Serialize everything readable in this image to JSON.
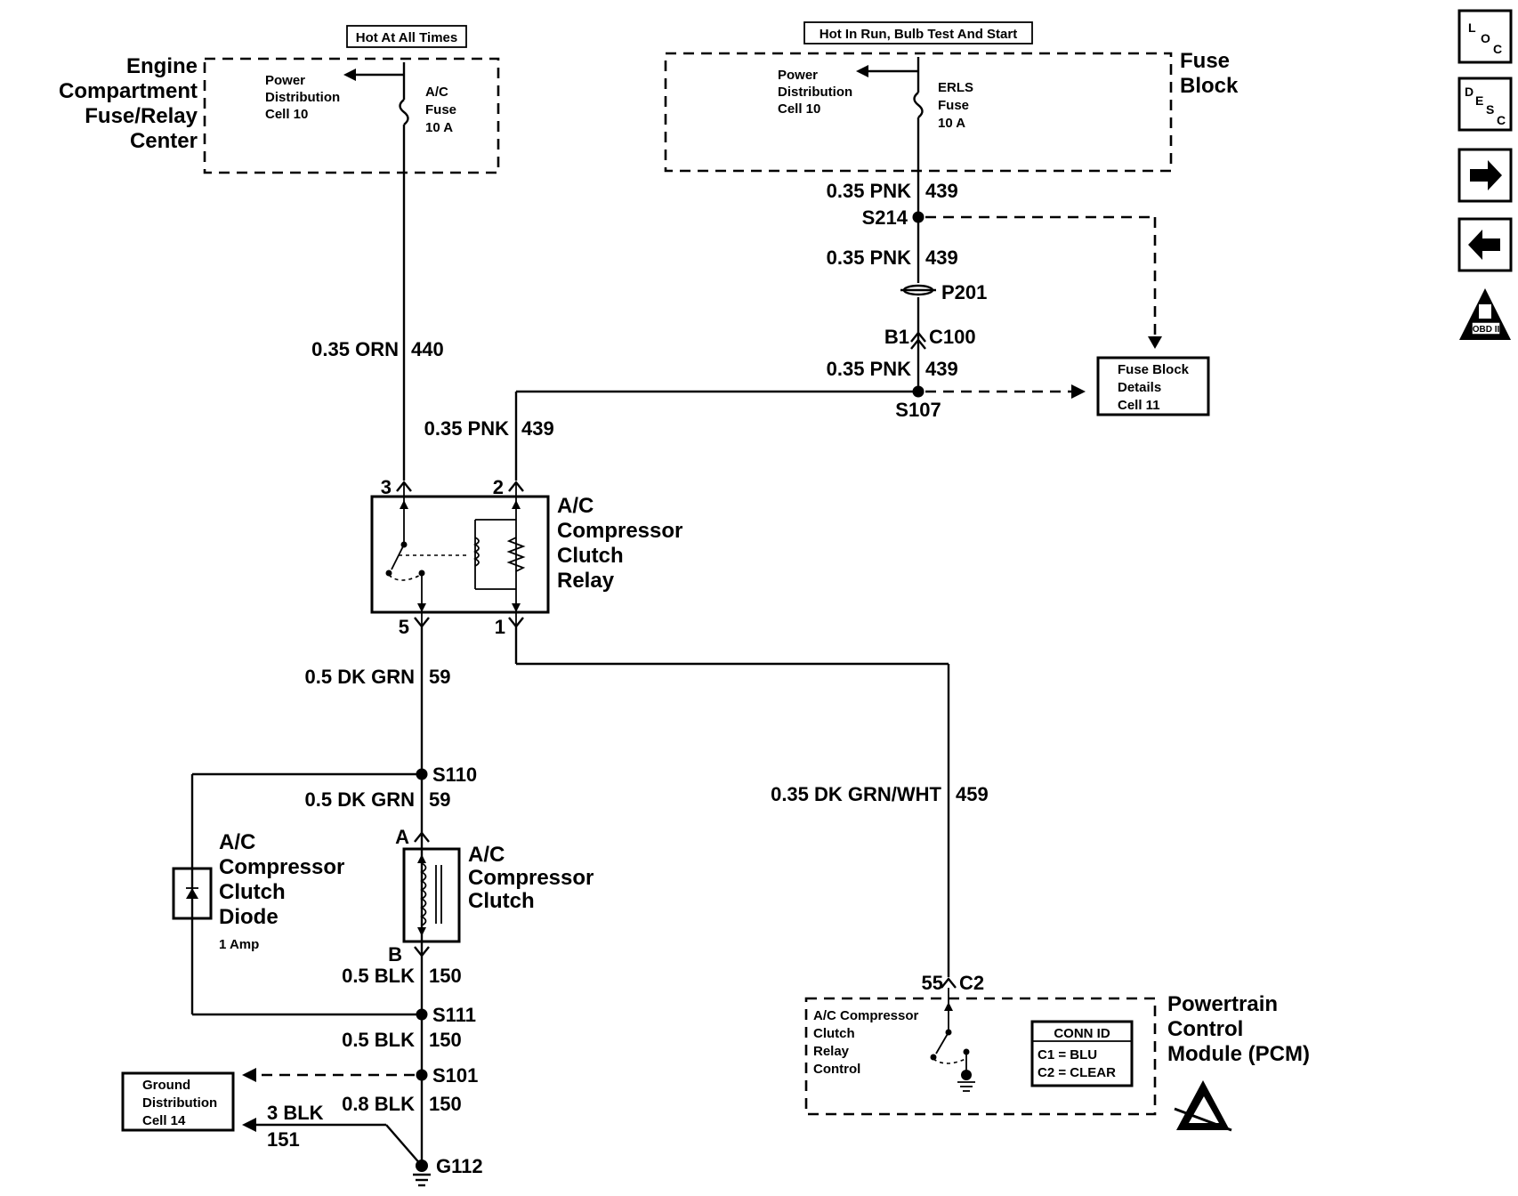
{
  "hot": {
    "left": "Hot At All Times",
    "right": "Hot In Run, Bulb Test And Start"
  },
  "fuse_relay_center": {
    "title": [
      "Engine",
      "Compartment",
      "Fuse/Relay",
      "Center"
    ],
    "power_dist": [
      "Power",
      "Distribution",
      "Cell 10"
    ],
    "fuse": [
      "A/C",
      "Fuse",
      "10 A"
    ]
  },
  "fuse_block": {
    "title": [
      "Fuse",
      "Block"
    ],
    "power_dist": [
      "Power",
      "Distribution",
      "Cell 10"
    ],
    "fuse": [
      "ERLS",
      "Fuse",
      "10 A"
    ]
  },
  "wires": {
    "orn440_color": "0.35 ORN",
    "orn440_num": "440",
    "pnk_top_color": "0.35 PNK",
    "pnk_top_num": "439",
    "pnk_mid_color": "0.35 PNK",
    "pnk_mid_num": "439",
    "pnk_low_color": "0.35 PNK",
    "pnk_low_num": "439",
    "pnk_relay_color": "0.35 PNK",
    "pnk_relay_num": "439",
    "dkgrn59a_color": "0.5 DK GRN",
    "dkgrn59a_num": "59",
    "dkgrn59b_color": "0.5 DK GRN",
    "dkgrn59b_num": "59",
    "dkgrnwht_color": "0.35 DK GRN/WHT",
    "dkgrnwht_num": "459",
    "blk150a_color": "0.5 BLK",
    "blk150a_num": "150",
    "blk150b_color": "0.5 BLK",
    "blk150b_num": "150",
    "blk150c_color": "0.8 BLK",
    "blk150c_num": "150",
    "blk151_color": "3 BLK",
    "blk151_num": "151"
  },
  "splices": {
    "s214": "S214",
    "s107": "S107",
    "s110": "S110",
    "s111": "S111",
    "s101": "S101",
    "g112": "G112"
  },
  "connectors": {
    "p201": "P201",
    "b1": "B1",
    "c100": "C100",
    "pin3": "3",
    "pin2": "2",
    "pin5": "5",
    "pin1": "1",
    "pinA": "A",
    "pinB": "B",
    "pin55": "55",
    "c2": "C2"
  },
  "fuse_block_details": [
    "Fuse Block",
    "Details",
    "Cell 11"
  ],
  "ground_distribution": [
    "Ground",
    "Distribution",
    "Cell 14"
  ],
  "relay": [
    "A/C",
    "Compressor",
    "Clutch",
    "Relay"
  ],
  "clutch": [
    "A/C",
    "Compressor",
    "Clutch"
  ],
  "diode": [
    "A/C",
    "Compressor",
    "Clutch",
    "Diode"
  ],
  "diode_rating": "1 Amp",
  "pcm": {
    "title": [
      "Powertrain",
      "Control",
      "Module (PCM)"
    ],
    "control": [
      "A/C Compressor",
      "Clutch",
      "Relay",
      "Control"
    ],
    "conn_id_title": "CONN ID",
    "conn_id_rows": [
      "C1 = BLU",
      "C2 = CLEAR"
    ]
  },
  "nav": {
    "loc": [
      "L",
      "O",
      "C"
    ],
    "desc": [
      "D",
      "E",
      "S",
      "C"
    ],
    "obd": "OBD II"
  }
}
